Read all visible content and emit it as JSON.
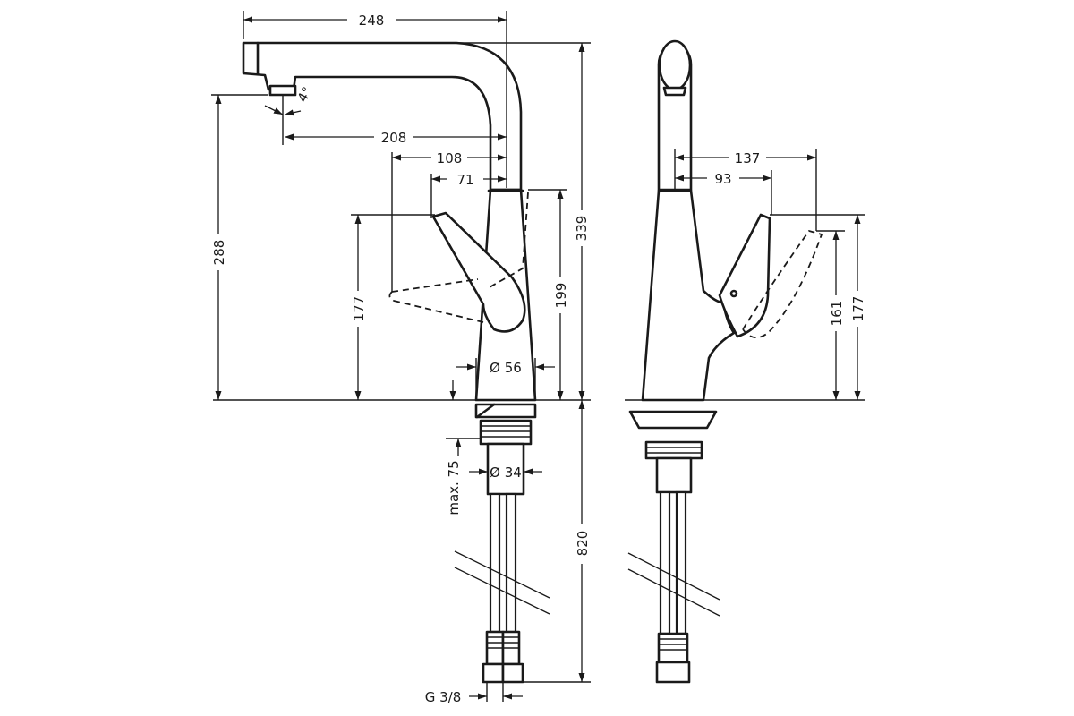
{
  "front_view": {
    "dimensions": {
      "spout_reach": "248",
      "spout_angle": "4°",
      "aerator_to_axis": "208",
      "handle_reach_open": "108",
      "handle_reach_closed": "71",
      "spout_height": "288",
      "handle_height": "177",
      "body_height": "199",
      "total_height": "339",
      "base_diameter": "Ø 56",
      "mount_depth": "max. 75",
      "mount_hole": "Ø 34",
      "hose_length": "820",
      "connection": "G 3/8"
    }
  },
  "side_view": {
    "dimensions": {
      "handle_swing_open": "137",
      "handle_swing_closed": "93",
      "handle_height_closed": "161",
      "handle_height_open": "177"
    }
  }
}
